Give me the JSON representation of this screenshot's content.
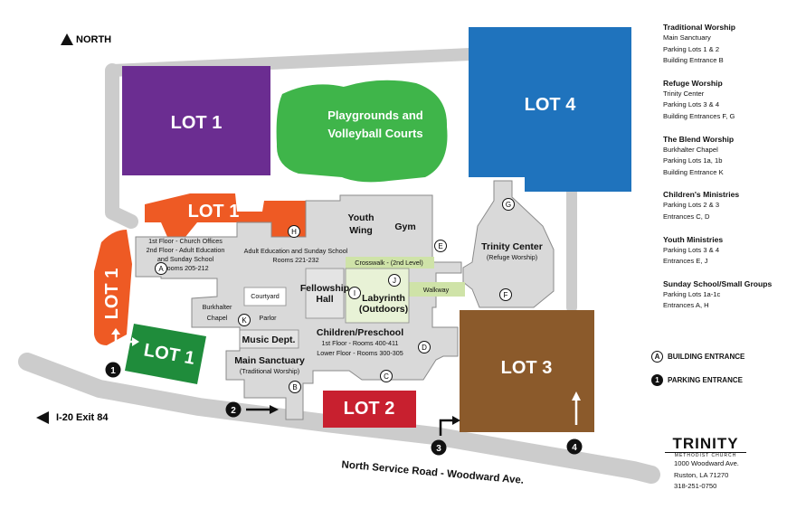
{
  "north_label": "NORTH",
  "exit_label": "I-20 Exit 84",
  "road_label": "North Service Road - Woodward Ave.",
  "lots": {
    "lot1_purple": "LOT 1",
    "lot1_orange": "LOT 1",
    "lot1_vertical": "LOT 1",
    "lot1_green": "LOT 1",
    "lot2": "LOT 2",
    "lot3": "LOT 3",
    "lot4": "LOT 4"
  },
  "playground": [
    "Playgrounds and",
    "Volleyball Courts"
  ],
  "buildings": {
    "offices": [
      "1st Floor - Church Offices",
      "2nd Floor - Adult Education",
      "and Sunday School",
      "Rooms 205-212"
    ],
    "adult_ed": [
      "Adult Education and Sunday School",
      "Rooms 221-232"
    ],
    "youth_wing": [
      "Youth",
      "Wing"
    ],
    "gym": "Gym",
    "crosswalk": "Crosswalk - (2nd Level)",
    "walkway": "Walkway",
    "fellowship": [
      "Fellowship",
      "Hall"
    ],
    "labyrinth": [
      "Labyrinth",
      "(Outdoors)"
    ],
    "courtyard": "Courtyard",
    "burkhalter": [
      "Burkhalter",
      "Chapel"
    ],
    "parlor": "Parlor",
    "music": "Music Dept.",
    "sanctuary": [
      "Main Sanctuary",
      "(Traditional Worship)"
    ],
    "children": [
      "Children/Preschool",
      "1st Floor - Rooms 400-411",
      "Lower Floor - Rooms 300-305"
    ],
    "trinity_center": [
      "Trinity Center",
      "(Refuge Worship)"
    ]
  },
  "entrances": [
    "A",
    "B",
    "C",
    "D",
    "E",
    "F",
    "G",
    "H",
    "I",
    "J",
    "K"
  ],
  "parking_entrances": [
    "1",
    "2",
    "3",
    "4"
  ],
  "legend": [
    {
      "title": "Traditional Worship",
      "lines": [
        "Main Sanctuary",
        "Parking Lots 1 & 2",
        "Building Entrance B"
      ]
    },
    {
      "title": "Refuge Worship",
      "lines": [
        "Trinity Center",
        "Parking Lots 3 & 4",
        "Building Entrances F, G"
      ]
    },
    {
      "title": "The Blend Worship",
      "lines": [
        "Burkhalter Chapel",
        "Parking Lots 1a, 1b",
        "Building Entrance K"
      ]
    },
    {
      "title": "Children's Ministries",
      "lines": [
        "Parking Lots 2 & 3",
        "Entrances C, D"
      ]
    },
    {
      "title": "Youth Ministries",
      "lines": [
        "Parking Lots 3 & 4",
        "Entrances E, J"
      ]
    },
    {
      "title": "Sunday School/Small Groups",
      "lines": [
        "Parking Lots 1a-1c",
        "Entrances A, H"
      ]
    }
  ],
  "key": {
    "building_entrance_symbol": "A",
    "building_entrance_label": "BUILDING ENTRANCE",
    "parking_entrance_symbol": "1",
    "parking_entrance_label": "PARKING ENTRANCE"
  },
  "brand": {
    "name": "TRINITY",
    "subtitle": "METHODIST CHURCH",
    "address": [
      "1000 Woodward Ave.",
      "Ruston, LA 71270",
      "318-251-0750"
    ]
  },
  "colors": {
    "lot1_purple": "#6b2d91",
    "lot1_orange": "#ee5a24",
    "lot1_green": "#1f8c3b",
    "lot2": "#c8202f",
    "lot3": "#8b5a2b",
    "lot4": "#1f73bd",
    "playground": "#3fb54a",
    "road": "#cccccc",
    "building": "#d9d9d9"
  }
}
